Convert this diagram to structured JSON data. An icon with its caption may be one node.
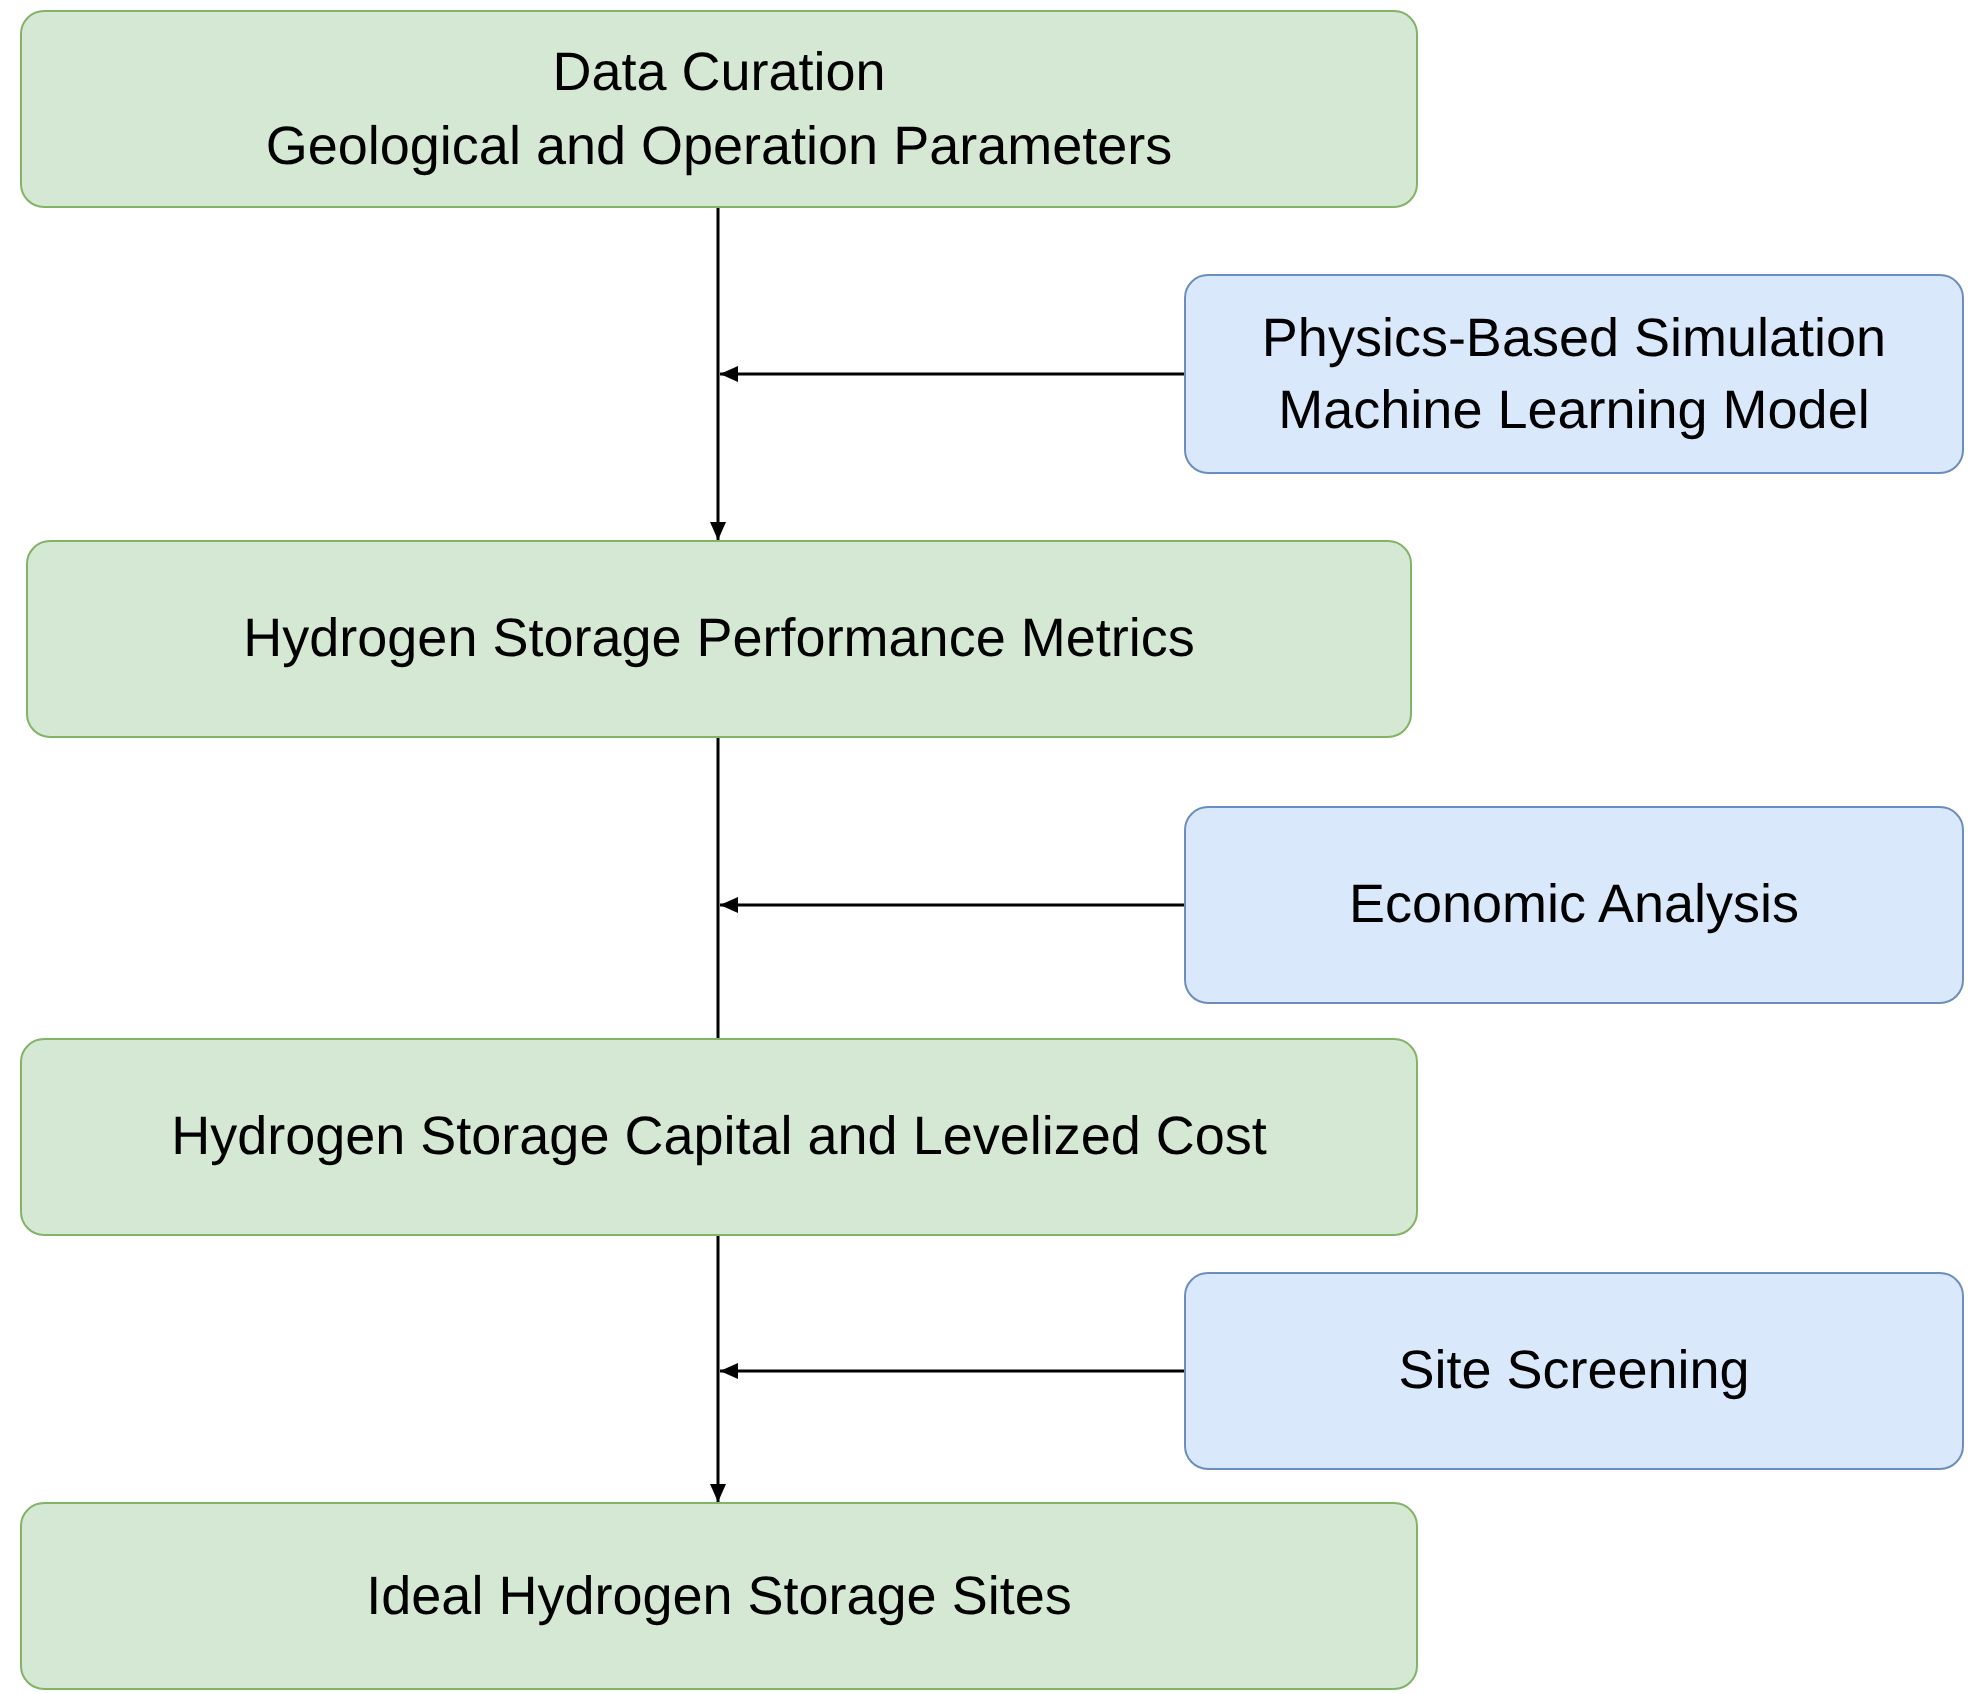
{
  "diagram": {
    "nodes": [
      {
        "text": [
          "Data Curation",
          "Geological and Operation Parameters"
        ]
      },
      {
        "text": [
          "Physics-Based Simulation",
          "Machine Learning Model"
        ]
      },
      {
        "text": [
          "Hydrogen Storage Performance Metrics"
        ]
      },
      {
        "text": [
          "Economic Analysis"
        ]
      },
      {
        "text": [
          "Hydrogen Storage Capital and Levelized Cost"
        ]
      },
      {
        "text": [
          "Site Screening"
        ]
      },
      {
        "text": [
          "Ideal Hydrogen Storage Sites"
        ]
      }
    ],
    "edges": [
      {
        "from": 0,
        "to": 2,
        "arrow": "to"
      },
      {
        "from": 1,
        "to": null,
        "arrow": "to"
      },
      {
        "from": 2,
        "to": 4,
        "arrow": "none"
      },
      {
        "from": 3,
        "to": null,
        "arrow": "to"
      },
      {
        "from": 4,
        "to": 6,
        "arrow": "to"
      },
      {
        "from": 5,
        "to": null,
        "arrow": "to"
      }
    ]
  }
}
